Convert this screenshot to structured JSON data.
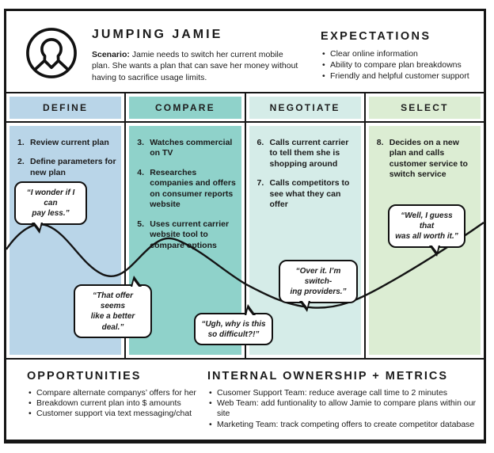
{
  "persona": {
    "title": "JUMPING JAMIE",
    "scenario_label": "Scenario:",
    "scenario_text": "Jamie needs to switch her current mobile plan. She wants a plan that can save her money without having to sacrifice usage limits.",
    "avatar_icon": "person-in-circle"
  },
  "expectations": {
    "heading": "EXPECTATIONS",
    "items": [
      "Clear online information",
      "Ability to compare plan breakdowns",
      "Friendly and helpful customer support"
    ]
  },
  "stages": [
    {
      "name": "DEFINE",
      "color": "#b9d5e8",
      "steps": [
        {
          "num": "1.",
          "text": "Review current plan"
        },
        {
          "num": "2.",
          "text": "Define parameters for new plan"
        }
      ]
    },
    {
      "name": "COMPARE",
      "color": "#8fd2ca",
      "steps": [
        {
          "num": "3.",
          "text": "Watches commercial on TV"
        },
        {
          "num": "4.",
          "text": "Researches companies and offers on consumer reports website"
        },
        {
          "num": "5.",
          "text": "Uses current carrier website tool to compare options"
        }
      ]
    },
    {
      "name": "NEGOTIATE",
      "color": "#d5ece8",
      "steps": [
        {
          "num": "6.",
          "text": "Calls current carrier to tell them she is shopping around"
        },
        {
          "num": "7.",
          "text": "Calls competitors to see what they can offer"
        }
      ]
    },
    {
      "name": "SELECT",
      "color": "#dcedd3",
      "steps": [
        {
          "num": "8.",
          "text": "Decides on a new plan and calls customer service to switch service"
        }
      ]
    }
  ],
  "quotes": [
    {
      "text": "“I wonder if I can\npay less.”"
    },
    {
      "text": "“That offer seems\nlike a better deal.”"
    },
    {
      "text": "“Ugh, why is this\nso difficult?!”"
    },
    {
      "text": "“Over it. I’m switch-\ning providers.”"
    },
    {
      "text": "“Well, I guess that\nwas all worth it.”"
    }
  ],
  "opportunities": {
    "heading": "OPPORTUNITIES",
    "items": [
      "Compare alternate companys’ offers for her",
      "Breakdown current plan into $ amounts",
      "Customer support via text messaging/chat"
    ]
  },
  "ownership": {
    "heading": "INTERNAL OWNERSHIP + METRICS",
    "items": [
      "Cusomer Support Team: reduce average call time to 2 minutes",
      "Web Team: add funtionality to allow Jamie to compare plans within our site",
      "Marketing Team: track competing offers to create competitor database"
    ]
  },
  "colors": {
    "ink": "#161616",
    "journey_line": "#141414"
  }
}
